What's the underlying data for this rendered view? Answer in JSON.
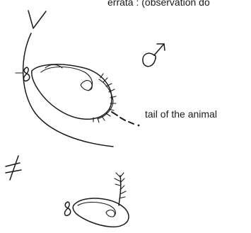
{
  "header": {
    "text": "errata : (observation do"
  },
  "annotation": {
    "tail_label": "tail of the animal"
  },
  "symbols": {
    "top_mark": "check-stroke",
    "male_symbol": "male-sign",
    "not_equal": "not-equal-sign",
    "figure_number_top": "8",
    "figure_number_bottom": "8"
  }
}
